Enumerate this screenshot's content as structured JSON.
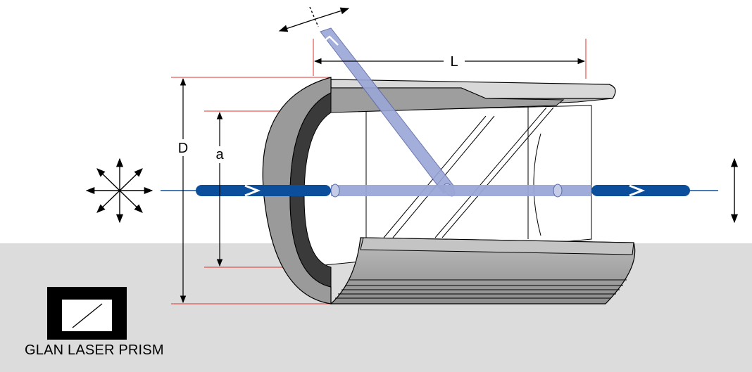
{
  "dimensions": {
    "length_label": "L",
    "diameter_label": "D",
    "aperture_label": "a"
  },
  "caption": "GLAN LASER PRISM",
  "colors": {
    "beam": "#0b4f9c",
    "beam_inside": "#9aa6d6",
    "dimension_lines": "#e0312b",
    "floor": "#dcdcdc",
    "housing_light": "#c9c9c9",
    "housing_dark": "#3a3a3a"
  },
  "icons": [
    "polarization-star-icon",
    "vertical-polarization-icon",
    "rejected-polarization-icon",
    "prism-symbol-icon"
  ]
}
